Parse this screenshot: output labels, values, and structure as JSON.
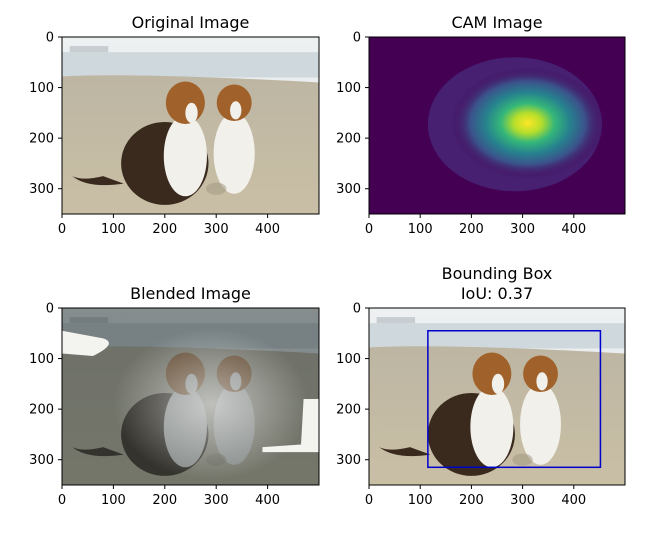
{
  "figure": {
    "panels": [
      {
        "id": "original",
        "title_lines": [
          "Original Image"
        ]
      },
      {
        "id": "cam",
        "title_lines": [
          "CAM Image"
        ]
      },
      {
        "id": "blended",
        "title_lines": [
          "Blended Image"
        ]
      },
      {
        "id": "bbox",
        "title_lines": [
          "Bounding Box",
          "IoU: 0.37"
        ]
      }
    ],
    "colors": {
      "sky": "#e7ecee",
      "sea": "#cfd8dc",
      "sand": "#c9c0a8",
      "sand_dark": "#9f9580",
      "dog_dark": "#3a2a1e",
      "dog_tan": "#a0612a",
      "dog_white": "#f2f0ea",
      "cam_background": "#440154",
      "bbox_stroke": "#0000cc",
      "blend_overlay": "#2f3a3a"
    }
  },
  "chart_data": [
    {
      "type": "image",
      "title": "Original Image",
      "image_extent": {
        "width": 500,
        "height": 350
      },
      "x_ticks": [
        0,
        100,
        200,
        300,
        400
      ],
      "y_ticks": [
        0,
        100,
        200,
        300
      ],
      "content": "beach photo with two collie dogs"
    },
    {
      "type": "heatmap",
      "title": "CAM Image",
      "colormap": "viridis",
      "image_extent": {
        "width": 500,
        "height": 350
      },
      "x_ticks": [
        0,
        100,
        200,
        300,
        400
      ],
      "y_ticks": [
        0,
        100,
        200,
        300
      ],
      "hotspot_center": {
        "x": 310,
        "y": 170
      },
      "activation_region": {
        "x_range": [
          115,
          455
        ],
        "y_range": [
          40,
          305
        ]
      }
    },
    {
      "type": "image",
      "title": "Blended Image",
      "image_extent": {
        "width": 500,
        "height": 350
      },
      "x_ticks": [
        0,
        100,
        200,
        300,
        400
      ],
      "y_ticks": [
        0,
        100,
        200,
        300
      ],
      "content": "original image blended with CAM mask"
    },
    {
      "type": "image",
      "title": "Bounding Box",
      "subtitle": "IoU: 0.37",
      "iou": 0.37,
      "image_extent": {
        "width": 500,
        "height": 350
      },
      "x_ticks": [
        0,
        100,
        200,
        300,
        400
      ],
      "y_ticks": [
        0,
        100,
        200,
        300
      ],
      "bounding_box": {
        "x_min": 115,
        "y_min": 45,
        "x_max": 452,
        "y_max": 315
      }
    }
  ]
}
